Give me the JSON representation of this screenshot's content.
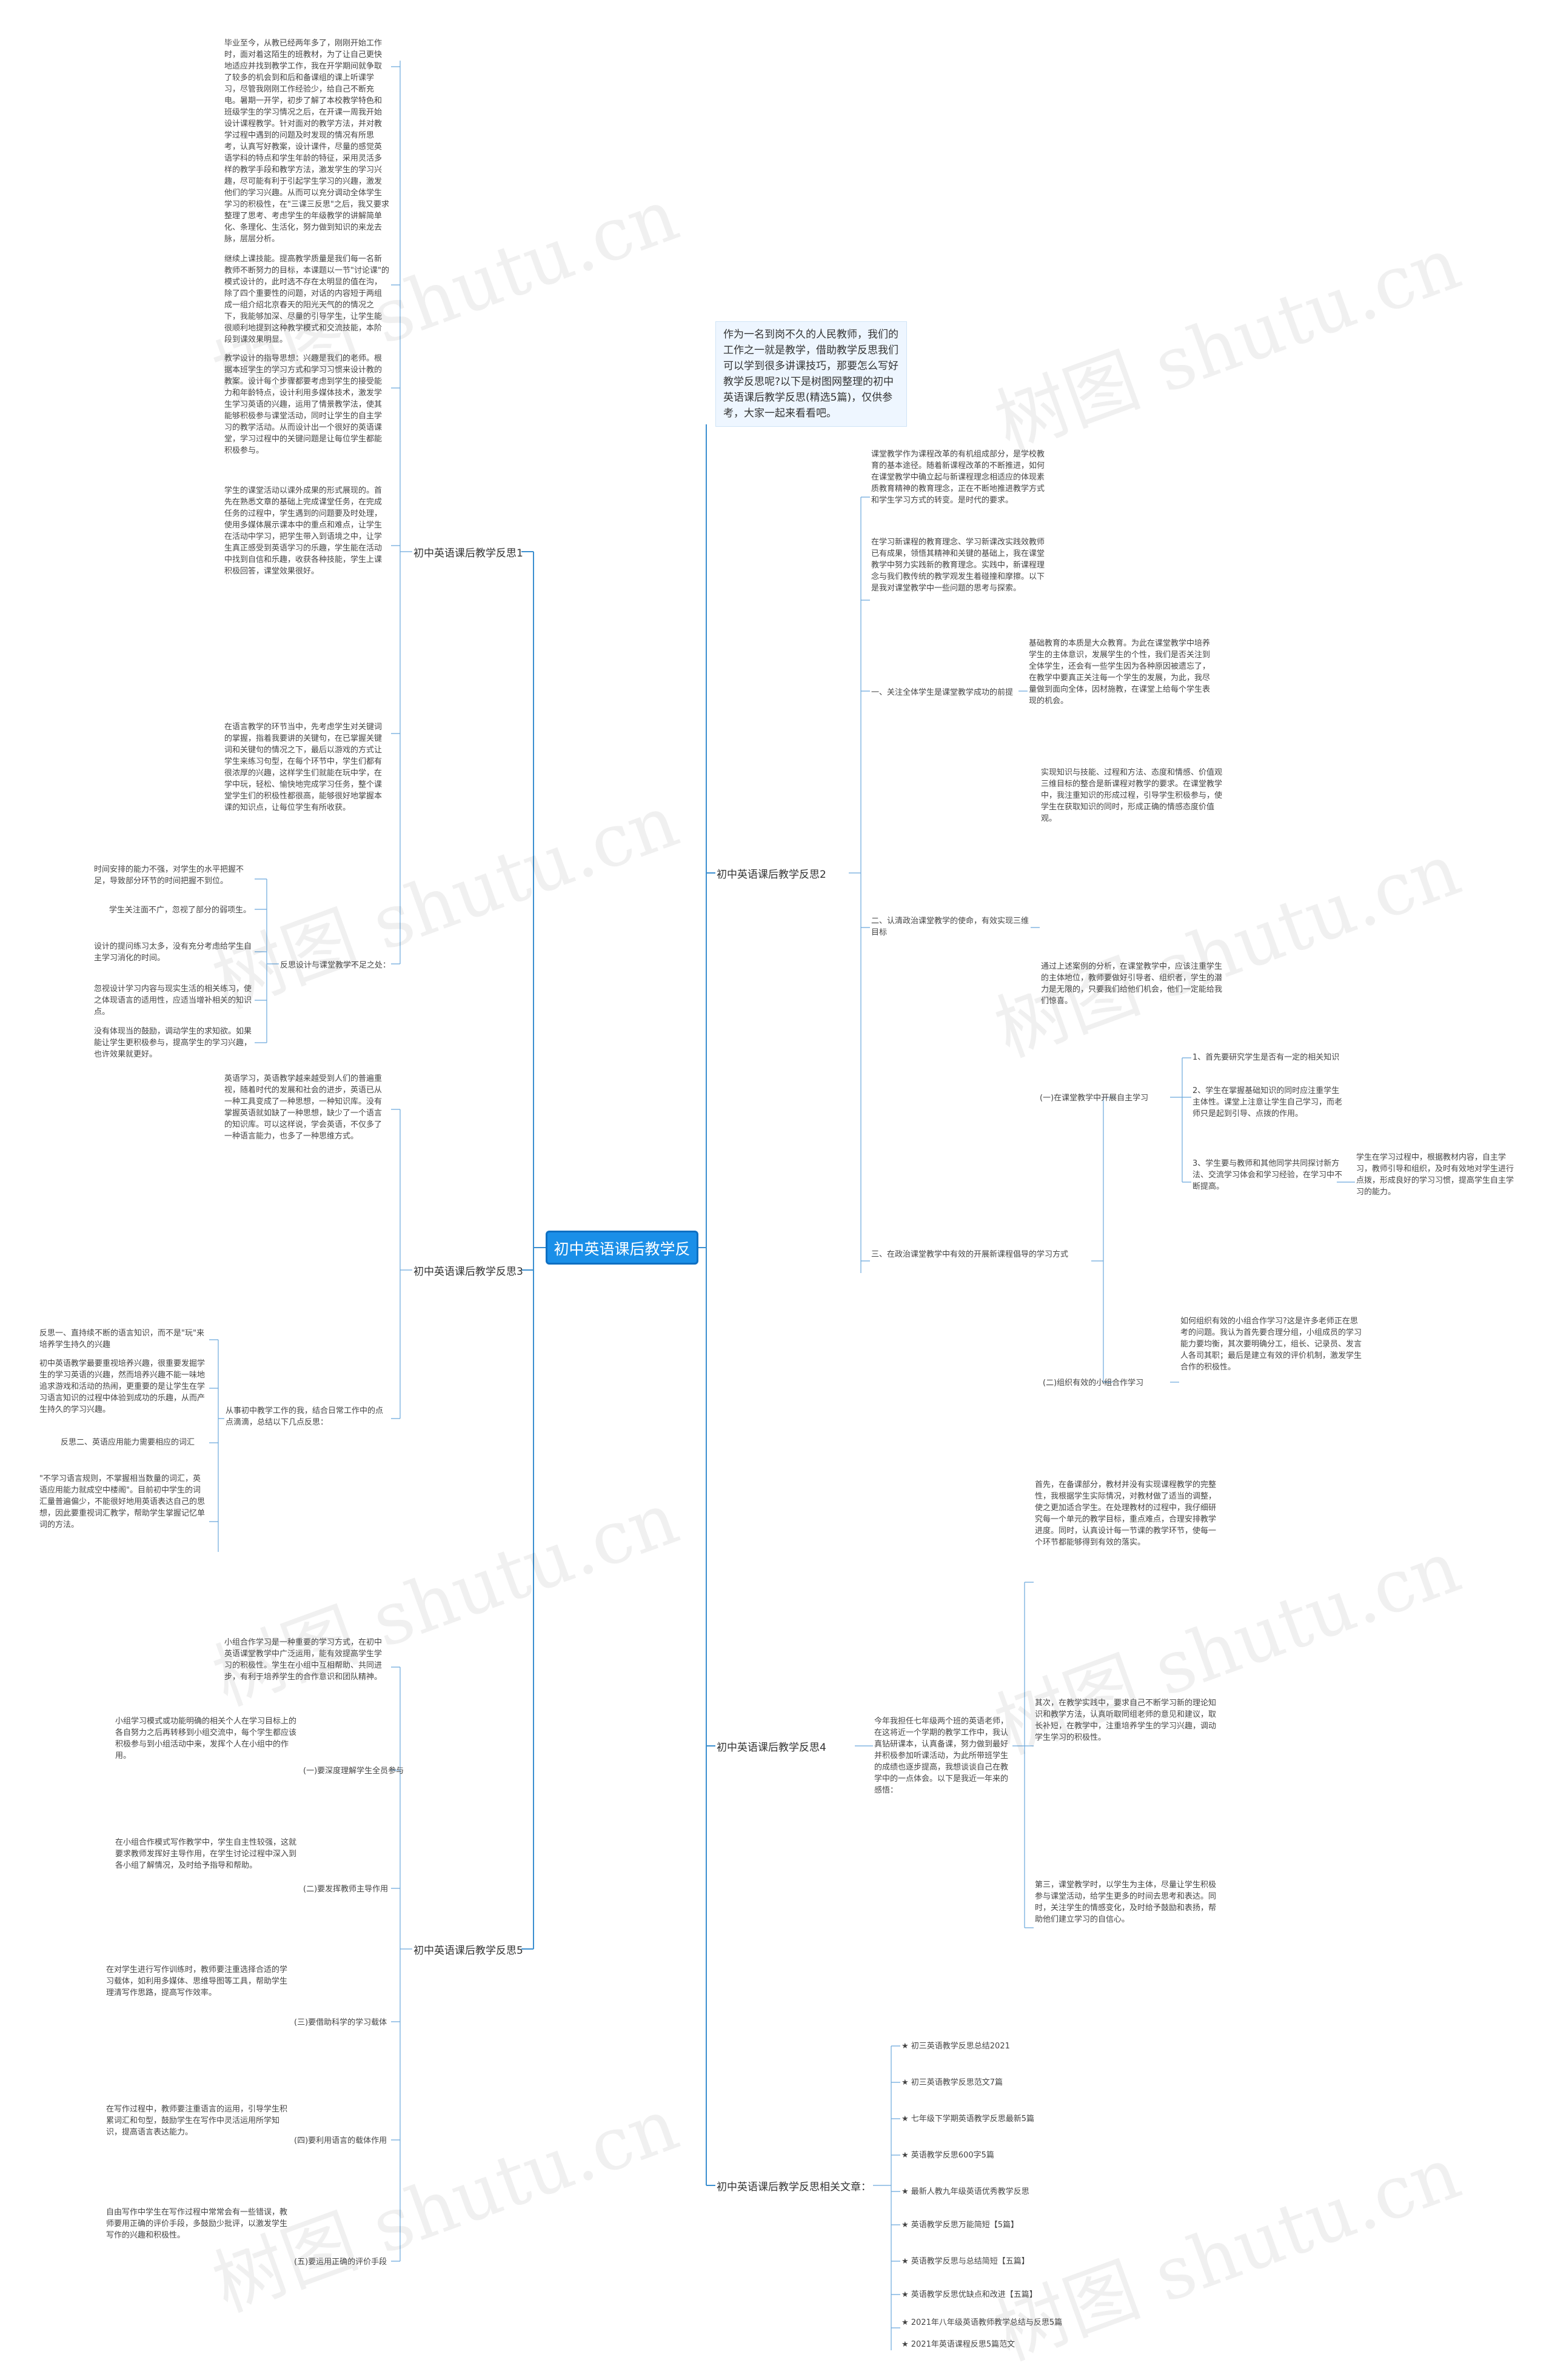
{
  "root": "初中英语课后教学反思",
  "intro": "作为一名到岗不久的人民教师，我们的工作之一就是教学，借助教学反思我们可以学到很多讲课技巧，那要怎么写好教学反思呢?以下是树图网整理的初中英语课后教学反思(精选5篇)，仅供参考，大家一起来看看吧。",
  "branches": {
    "b1": "初中英语课后教学反思1",
    "b2": "初中英语课后教学反思2",
    "b3": "初中英语课后教学反思3",
    "b4": "初中英语课后教学反思4",
    "b5": "初中英语课后教学反思5",
    "b6": "初中英语课后教学反思相关文章："
  },
  "b1": {
    "p1": "毕业至今，从教已经两年多了，刚刚开始工作时，面对着这陌生的班教材，为了让自己更快地适应并找到教学工作，我在开学期间就争取了较多的机会到和后和备课组的课上听课学习，尽管我刚刚工作经验少，给自己不断充电。暑期一开学，初步了解了本校教学特色和班级学生的学习情况之后，在开课一周我开始设计课程教学。针对面对的教学方法，并对教学过程中遇到的问题及时发现的情况有所思考，认真写好教案，设计课件，尽量的感觉英语学科的特点和学生年龄的特征，采用灵活多样的教学手段和教学方法，激发学生的学习兴趣，尽可能有利于引起学生学习的兴趣，激发他们的学习兴趣。从而可以充分调动全体学生学习的积极性，在\"三课三反思\"之后，我又要求整理了思考、考虑学生的年级教学的讲解简单化、条理化、生活化，努力做到知识的来龙去脉，层层分析。",
    "p2": "继续上课技能。提高教学质量是我们每一名新教师不断努力的目标，本课题以一节\"讨论课\"的模式设计的，此时选不存在太明显的值在沟，除了四个重要性的问题，对话的内容短于两组成一组介绍北京春天的阳光天气的的情况之下，我能够加深、尽量的引导学生，让学生能很顺利地提到这种教学模式和交流技能，本阶段到课效果明显。",
    "p3": "教学设计的指导思想：兴趣是我们的老师。根据本班学生的学习方式和学习习惯来设计教的教案。设计每个步骤都要考虑到学生的接受能力和年龄特点，设计利用多媒体技术，激发学生学习英语的兴趣，运用了情景教学法，使其能够积极参与课堂活动，同时让学生的自主学习的教学活动。从而设计出一个很好的英语课堂，学习过程中的关键问题是让每位学生都能积极参与。",
    "p4": "学生的课堂活动以课外成果的形式展现的。首先在熟悉文章的基础上完成课堂任务，在完成任务的过程中，学生遇到的问题要及时处理，使用多媒体展示课本中的重点和难点，让学生在活动中学习，把学生带入到语境之中，让学生真正感受到英语学习的乐趣，学生能在活动中找到自信和乐趣，收获各种技能，学生上课积极回答，课堂效果很好。",
    "p5": "在语言教学的环节当中，先考虑学生对关键词的掌握，指着我要讲的关键句，在已掌握关键词和关键句的情况之下，最后以游戏的方式让学生来练习句型，在每个环节中，学生们都有很浓厚的兴趣，这样学生们就能在玩中学，在学中玩，轻松、愉快地完成学习任务，整个课堂学生们的积极性都很高，能够很好地掌握本课的知识点，让每位学生有所收获。",
    "s1": "反思设计与课堂教学不足之处：",
    "p6": "时间安排的能力不强，对学生的水平把握不足，导致部分环节的时间把握不到位。",
    "p7": "学生关注面不广，忽视了部分的弱项生。",
    "p8": "设计的提问练习太多，没有充分考虑给学生自主学习消化的时间。",
    "p9": "忽视设计学习内容与现实生活的相关练习，使之体现语言的适用性，应适当增补相关的知识点。",
    "p10": "没有体现当的鼓励，调动学生的求知欲。如果能让学生更积极参与，提高学生的学习兴趣，也许效果就更好。"
  },
  "b2": {
    "p1": "课堂教学作为课程改革的有机组成部分，是学校教育的基本途径。随着新课程改革的不断推进，如何在课堂教学中确立起与新课程理念相适应的体现素质教育精神的教育理念，正在不断地推进教学方式和学生学习方式的转变。是时代的要求。",
    "p2": "在学习新课程的教育理念、学习新课改实践效教师已有成果，领悟其精神和关键的基础上，我在课堂教学中努力实践新的教育理念。实践中，新课程理念与我们教传统的教学观发生着碰撞和摩擦。以下是我对课堂教学中一些问题的思考与探索。",
    "s1": "一、关注全体学生是课堂教学成功的前提",
    "p3": "基础教育的本质是大众教育。为此在课堂教学中培养学生的主体意识，发展学生的个性，我们是否关注到全体学生，还会有一些学生因为各种原因被遗忘了，在教学中要真正关注每一个学生的发展，为此，我尽量做到面向全体，因材施教，在课堂上给每个学生表现的机会。",
    "s2": "二、认清政治课堂教学的使命，有效实现三维目标",
    "p4": "实现知识与技能、过程和方法、态度和情感、价值观三维目标的整合是新课程对教学的要求。在课堂教学中，我注重知识的形成过程，引导学生积极参与，使学生在获取知识的同时，形成正确的情感态度价值观。",
    "p5": "通过上述案例的分析，在课堂教学中，应该注重学生的主体地位，教师要做好引导者、组织者，学生的潜力是无限的，只要我们给他们机会，他们一定能给我们惊喜。",
    "s3": "三、在政治课堂教学中有效的开展新课程倡导的学习方式",
    "s3a": "(一)在课堂教学中开展自主学习",
    "p6": "1、首先要研究学生是否有一定的相关知识",
    "p7": "2、学生在掌握基础知识的同时应注重学生主体性。课堂上注意让学生自己学习，而老师只是起到引导、点拨的作用。",
    "p8": "3、学生要与教师和其他同学共同探讨新方法、交流学习体会和学习经验，在学习中不断提高。",
    "p9": "学生在学习过程中，根据教材内容，自主学习，教师引导和组织，及时有效地对学生进行点拨，形成良好的学习习惯，提高学生自主学习的能力。",
    "s3b": "(二)组织有效的小组合作学习",
    "p10": "如何组织有效的小组合作学习?这是许多老师正在思考的问题。我认为首先要合理分组，小组成员的学习能力要均衡，其次要明确分工，组长、记录员、发言人各司其职；最后是建立有效的评价机制，激发学生合作的积极性。"
  },
  "b3": {
    "p1": "英语学习，英语教学越来越受到人们的普遍重视，随着时代的发展和社会的进步，英语已从一种工具变成了一种思想，一种知识库。没有掌握英语就如缺了一种思想，缺少了一个语言的知识库。可以这样说，学会英语，不仅多了一种语言能力，也多了一种思维方式。",
    "s1": "从事初中教学工作的我，结合日常工作中的点点滴滴，总结以下几点反思：",
    "p2": "反思一、直持续不断的语言知识，而不是\"玩\"来培养学生持久的兴趣",
    "p3": "初中英语教学最要重视培养兴趣，很重要发掘学生的学习英语的兴趣，然而培养兴趣不能一味地追求游戏和活动的热闹，更重要的是让学生在学习语言知识的过程中体验到成功的乐趣，从而产生持久的学习兴趣。",
    "p4": "反思二、英语应用能力需要相应的词汇",
    "p5": "\"不学习语言规则，不掌握相当数量的词汇，英语应用能力就成空中楼阁\"。目前初中学生的词汇量普遍偏少，不能很好地用英语表达自己的思想，因此要重视词汇教学，帮助学生掌握记忆单词的方法。"
  },
  "b4": {
    "p1": "今年我担任七年级两个班的英语老师，在这将近一个学期的教学工作中，我认真钻研课本，认真备课，努力做到最好并积极参加听课活动，为此所带班学生的成绩也逐步提高，我想谈谈自己在教学中的一点体会。以下是我近一年来的感悟：",
    "p2": "首先，在备课部分，教材并没有实现课程教学的完整性，我根据学生实际情况，对教材做了适当的调整，使之更加适合学生。在处理教材的过程中，我仔细研究每一个单元的教学目标，重点难点，合理安排教学进度。同时，认真设计每一节课的教学环节，使每一个环节都能够得到有效的落实。",
    "p3": "其次，在教学实践中，要求自己不断学习新的理论知识和教学方法，认真听取同组老师的意见和建议，取长补短，在教学中，注重培养学生的学习兴趣，调动学生学习的积极性。",
    "p4": "第三，课堂教学时，以学生为主体，尽量让学生积极参与课堂活动，给学生更多的时间去思考和表达。同时，关注学生的情感变化，及时给予鼓励和表扬，帮助他们建立学习的自信心。"
  },
  "b5": {
    "p1": "小组合作学习是一种重要的学习方式，在初中英语课堂教学中广泛运用，能有效提高学生学习的积极性。学生在小组中互相帮助、共同进步，有利于培养学生的合作意识和团队精神。",
    "s1": "(一)要深度理解学生全员参与",
    "p2": "小组学习模式或功能明确的相关个人在学习目标上的各自努力之后再转移到小组交流中，每个学生都应该积极参与到小组活动中来，发挥个人在小组中的作用。",
    "s2": "(二)要发挥教师主导作用",
    "p3": "在小组合作模式写作教学中，学生自主性较强，这就要求教师发挥好主导作用，在学生讨论过程中深入到各小组了解情况，及时给予指导和帮助。",
    "s3": "(三)要借助科学的学习载体",
    "p4": "在对学生进行写作训练时，教师要注重选择合适的学习载体，如利用多媒体、思维导图等工具，帮助学生理清写作思路，提高写作效率。",
    "s4": "(四)要利用语言的载体作用",
    "p5": "在写作过程中，教师要注重语言的运用，引导学生积累词汇和句型，鼓励学生在写作中灵活运用所学知识，提高语言表达能力。",
    "s5": "(五)要运用正确的评价手段",
    "p6": "自由写作中学生在写作过程中常常会有一些错误，教师要用正确的评价手段，多鼓励少批评，以激发学生写作的兴趣和积极性。"
  },
  "b6": {
    "items": [
      "★ 初三英语教学反思总结2021",
      "★ 初三英语教学反思范文7篇",
      "★ 七年级下学期英语教学反思最新5篇",
      "★ 英语教学反思600字5篇",
      "★ 最新人教九年级英语优秀教学反思",
      "★ 英语教学反思万能简短【5篇】",
      "★ 英语教学反思与总结简短【五篇】",
      "★ 英语教学反思优缺点和改进【五篇】",
      "★ 2021年八年级英语教师教学总结与反思5篇",
      "★ 2021年英语课程反思5篇范文"
    ]
  },
  "colors": {
    "root": "#1a8fe8",
    "wire": "#3b8fd0",
    "text": "#444444"
  }
}
